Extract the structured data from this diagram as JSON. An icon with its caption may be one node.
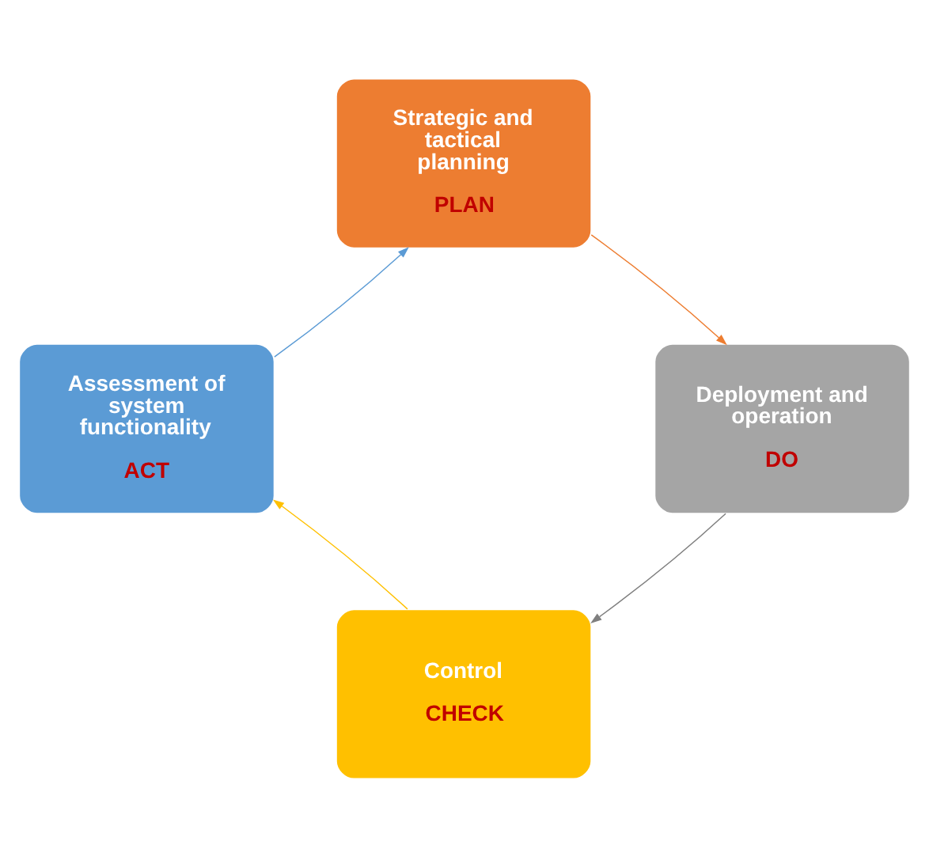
{
  "diagram": {
    "nodes": [
      {
        "text": [
          "Strategic and tactical planning",
          "PLAN"
        ]
      },
      {
        "text": [
          "Deployment and operation",
          "DO"
        ]
      },
      {
        "text": [
          "Control",
          "CHECK"
        ]
      },
      {
        "text": [
          "Assessment of system functionality",
          "ACT"
        ]
      }
    ],
    "edges": [
      {
        "from": 0,
        "to": 1,
        "arrow": "to",
        "color": "#ed7d31"
      },
      {
        "from": 1,
        "to": 2,
        "arrow": "to",
        "color": "#7f7f7f"
      },
      {
        "from": 2,
        "to": 3,
        "arrow": "to",
        "color": "#ffc000"
      },
      {
        "from": 3,
        "to": 0,
        "arrow": "to",
        "color": "#5b9bd5"
      }
    ]
  }
}
